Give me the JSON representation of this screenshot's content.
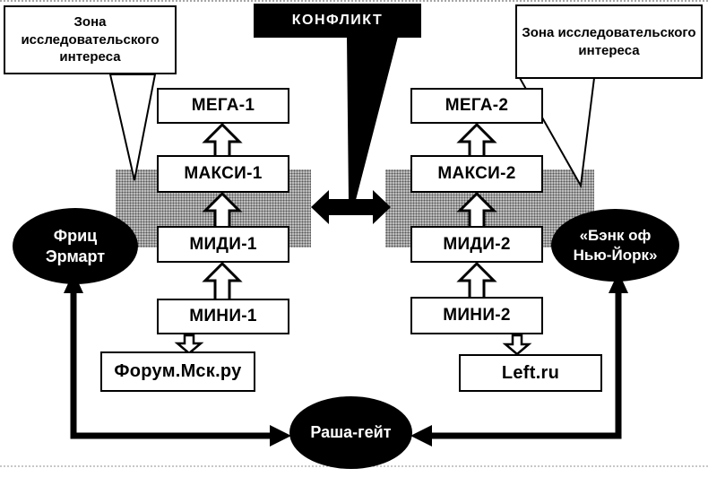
{
  "banner": {
    "label": "КОНФЛИКТ"
  },
  "callouts": {
    "left": {
      "text": "Зона исследовательского интереса"
    },
    "right": {
      "text": "Зона исследовательского интереса"
    }
  },
  "chains": {
    "left": {
      "mega": "МЕГА-1",
      "maxi": "МАКСИ-1",
      "midi": "МИДИ-1",
      "mini": "МИНИ-1",
      "outlet": "Форум.Мск.ру"
    },
    "right": {
      "mega": "МЕГА-2",
      "maxi": "МАКСИ-2",
      "midi": "МИДИ-2",
      "mini": "МИНИ-2",
      "outlet": "Left.ru"
    }
  },
  "actors": {
    "left_person": "Фриц Эрмарт",
    "right_org": "«Бэнк оф Нью-Йорк»",
    "bottom_event": "Раша-гейт"
  },
  "colors": {
    "ink": "#000000",
    "box_bg": "#ffffff",
    "zone_fill": "#bdbdbd",
    "zone_dot": "#585858"
  }
}
